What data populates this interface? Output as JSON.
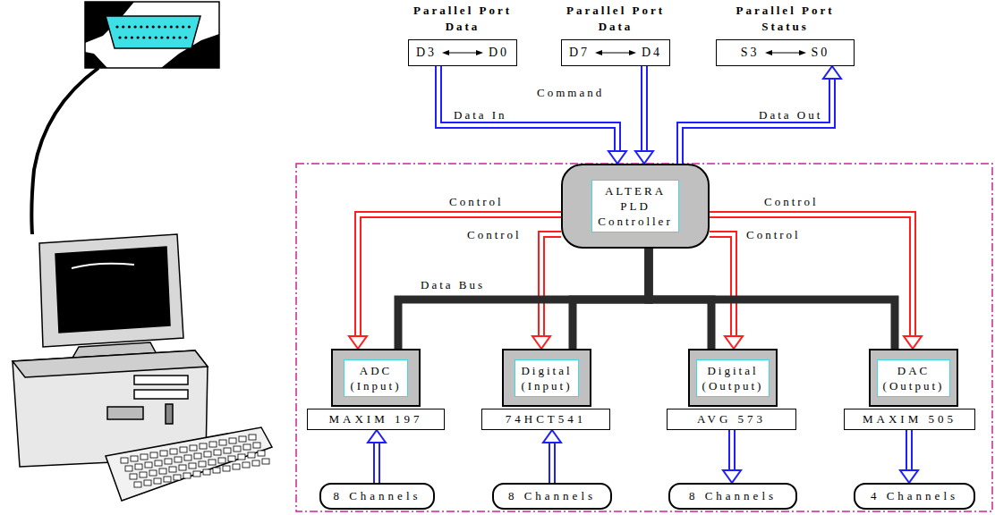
{
  "diagram": {
    "nodes": [
      {
        "text": [
          "Parallel Port Data",
          "D3",
          "D0"
        ]
      },
      {
        "text": [
          "Parallel Port Data",
          "D7",
          "D4"
        ]
      },
      {
        "text": [
          "Parallel Port Status",
          "S3",
          "S0"
        ]
      },
      {
        "text": [
          "ALTERA PLD Controller"
        ]
      },
      {
        "text": [
          "ADC (Input)"
        ]
      },
      {
        "text": [
          "MAXIM 197"
        ]
      },
      {
        "text": [
          "Digital (Input)"
        ]
      },
      {
        "text": [
          "74HCT541"
        ]
      },
      {
        "text": [
          "Digital (Output)"
        ]
      },
      {
        "text": [
          "AVG 573"
        ]
      },
      {
        "text": [
          "DAC (Output)"
        ]
      },
      {
        "text": [
          "MAXIM 505"
        ]
      },
      {
        "text": [
          "8 Channels"
        ]
      },
      {
        "text": [
          "8 Channels"
        ]
      },
      {
        "text": [
          "8 Channels"
        ]
      },
      {
        "text": [
          "4 Channels"
        ]
      }
    ],
    "edges": [
      {
        "from": 0,
        "to": 3,
        "arrow": "to",
        "label": "Data In"
      },
      {
        "from": 1,
        "to": 3,
        "arrow": "to",
        "label": "Command"
      },
      {
        "from": 3,
        "to": 2,
        "arrow": "to",
        "label": "Data Out"
      },
      {
        "from": 3,
        "to": 4,
        "arrow": "to",
        "label": "Control"
      },
      {
        "from": 3,
        "to": 6,
        "arrow": "to",
        "label": "Control"
      },
      {
        "from": 3,
        "to": 8,
        "arrow": "to",
        "label": "Control"
      },
      {
        "from": 3,
        "to": 10,
        "arrow": "to",
        "label": "Control"
      },
      {
        "from": 3,
        "to": 4,
        "arrow": "none",
        "label": "Data Bus"
      },
      {
        "from": 3,
        "to": 6,
        "arrow": "none"
      },
      {
        "from": 3,
        "to": 8,
        "arrow": "none"
      },
      {
        "from": 3,
        "to": 10,
        "arrow": "none"
      },
      {
        "from": 12,
        "to": 5,
        "arrow": "to"
      },
      {
        "from": 13,
        "to": 7,
        "arrow": "to"
      },
      {
        "from": 9,
        "to": 14,
        "arrow": "to"
      },
      {
        "from": 11,
        "to": 15,
        "arrow": "to"
      }
    ]
  }
}
